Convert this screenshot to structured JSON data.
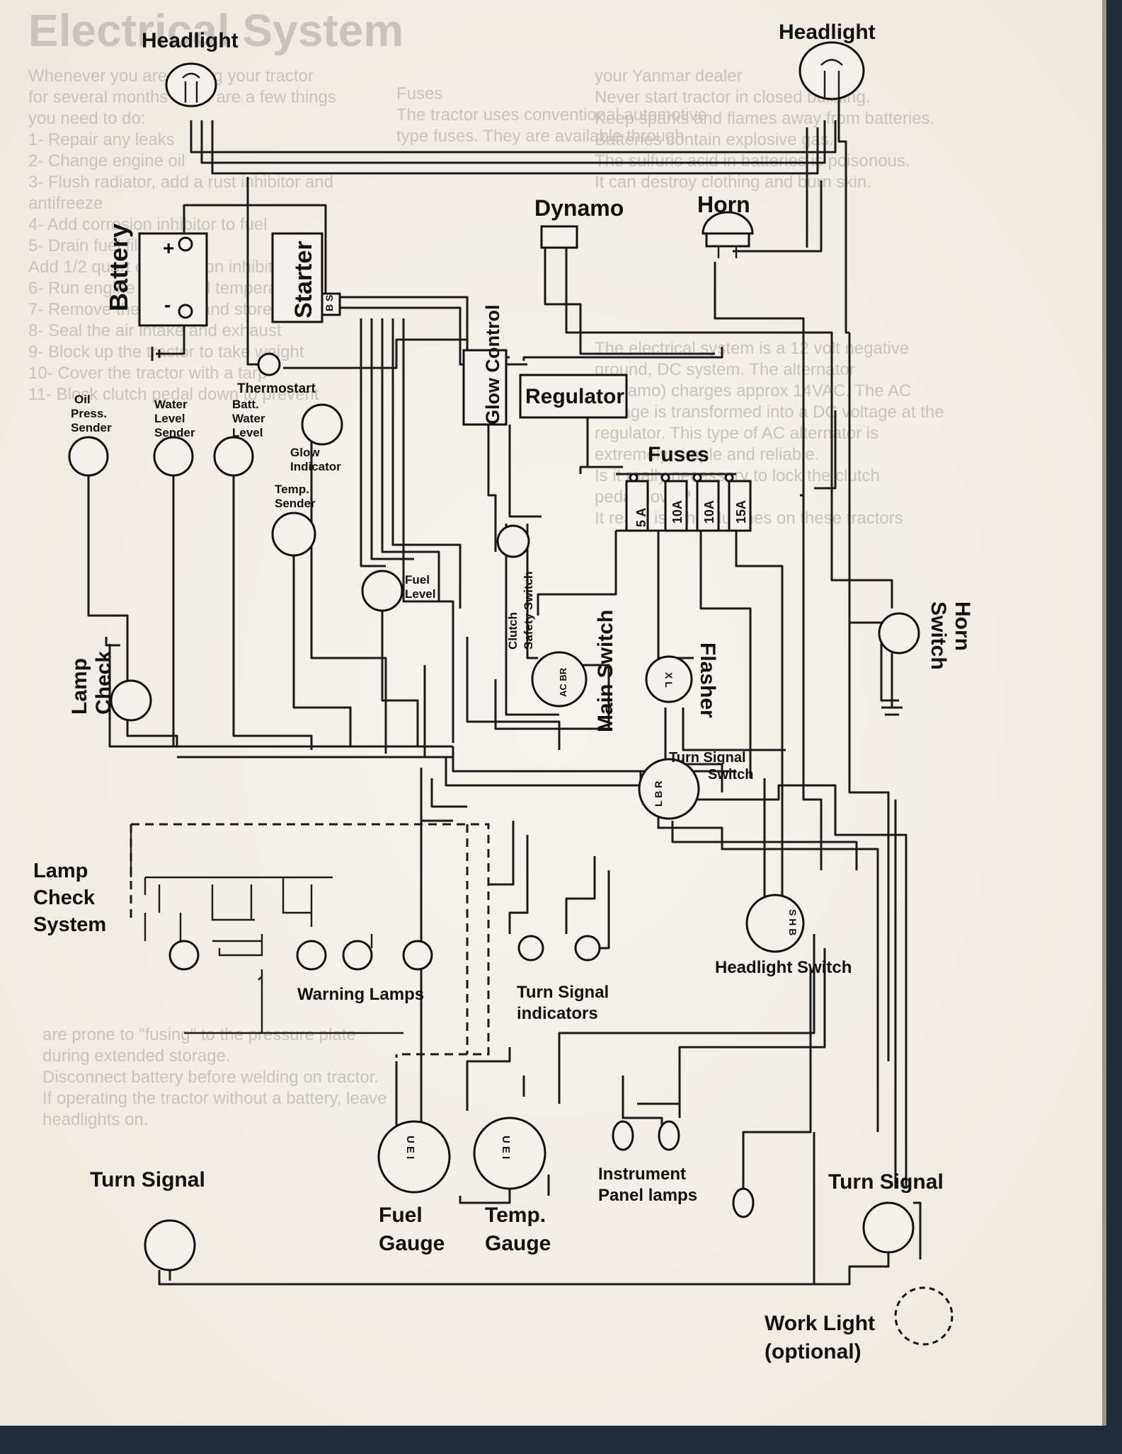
{
  "background": {
    "title": "Electrical System",
    "ghost_lines": [
      "Whenever you are storing your tractor",
      "for several months there are a few things",
      "you need to do:",
      "1- Repair any leaks",
      "2- Change engine oil",
      "3- Flush radiator, add a rust inhibitor and",
      "antifreeze",
      "4- Add corrosion inhibitor to fuel",
      "5- Drain fuel filter bowl",
      "Add 1/2 quart of corrosion inhibitor",
      "6- Run engine to normal temperature",
      "7- Remove the battery and store it",
      "8- Seal the air intake and exhaust",
      "9- Block up the tractor to take weight",
      "10- Cover the tractor with a tarp",
      "11- Block clutch pedal down to prevent",
      "Fuses",
      "The tractor uses conventional automotive",
      "type fuses. They are available through",
      "your Yanmar dealer",
      "Never start tractor in closed building.",
      "Keep sparks and flames away from batteries.",
      "Batteries contain explosive gas.",
      "The sulfuric acid in batteries is poisonous.",
      "It can destroy clothing and burn skin.",
      "The electrical system is a 12 volt negative",
      "ground, DC system. The alternator",
      "(dynamo) charges approx 14VAC. The AC",
      "voltage is transformed into a DC voltage at the",
      "regulator. This type of AC alternator is",
      "extremely simple and reliable.",
      "Is it really necessary to lock the clutch",
      "pedal down?",
      "It really is. The clutches on these tractors",
      "are prone to \"fusing\" to the pressure plate",
      "during extended storage.",
      "Disconnect battery before welding on tractor.",
      "If operating the tractor without a battery, leave",
      "headlights on."
    ]
  },
  "labels": {
    "headlight_left": "Headlight",
    "headlight_right": "Headlight",
    "dynamo": "Dynamo",
    "horn": "Horn",
    "battery": "Battery",
    "starter": "Starter",
    "thermostart": "Thermostart",
    "glow_control": "Glow Control",
    "regulator": "Regulator",
    "oil_press_sender": "Oil\nPress.\nSender",
    "water_level_sender": "Water\nLevel\nSender",
    "batt_water_level": "Batt.\nWater\nLevel",
    "glow_indicator": "Glow\nIndicator",
    "temp_sender": "Temp.\nSender",
    "fuses": "Fuses",
    "fuse_ratings": [
      "5 A",
      "10A",
      "10A",
      "15A"
    ],
    "fuel_level": "Fuel\nLevel",
    "clutch_safety_switch": "Clutch\nSafety Switch",
    "main_switch": "Main Switch",
    "flasher": "Flasher",
    "horn_switch": "Horn\nSwitch",
    "lamp_check": "Lamp\nCheck",
    "turn_signal_switch": "Turn Signal\nSwitch",
    "lamp_check_system": "Lamp\nCheck\nSystem",
    "headlight_switch": "Headlight Switch",
    "warning_lamps": "Warning Lamps",
    "turn_signal_indicators": "Turn Signal\nindicators",
    "turn_signal_left": "Turn Signal",
    "turn_signal_right": "Turn Signal",
    "fuel_gauge": "Fuel\nGauge",
    "temp_gauge": "Temp.\nGauge",
    "instrument_panel_lamps": "Instrument\nPanel lamps",
    "work_light": "Work Light\n(optional)"
  },
  "terminal_marks": {
    "starter": "B S",
    "main_switch": "AC BR",
    "flasher": "X L",
    "turn_signal_switch": "L B R",
    "headlight_switch": "S H B",
    "fuel_gauge": "U E I",
    "temp_gauge": "U E I"
  },
  "colors": {
    "paper": "#f4f1ec",
    "ink": "#111111",
    "ghost_text": "#c9c3bd",
    "backdrop": "#1f2b3a"
  }
}
